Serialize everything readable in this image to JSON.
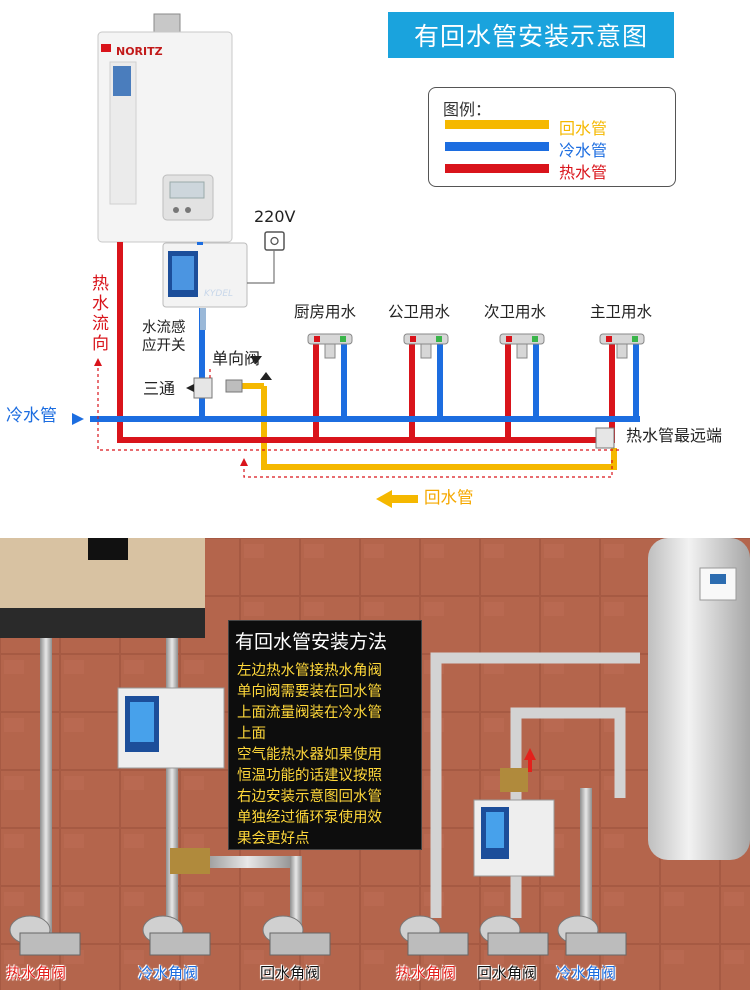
{
  "diagram": {
    "title": "有回水管安装示意图",
    "heater_brand": "NORITZ",
    "legend": {
      "title": "图例：",
      "items": [
        {
          "label": "回水管",
          "color": "#f5b800"
        },
        {
          "label": "冷水管",
          "color": "#1c6de0"
        },
        {
          "label": "热水管",
          "color": "#d9141b"
        }
      ]
    },
    "labels": {
      "voltage": "220V",
      "hot_flow_direction": [
        "热",
        "水",
        "流",
        "向"
      ],
      "flow_switch": [
        "水流感",
        "应开关"
      ],
      "check_valve": "单向阀",
      "tee": "三通",
      "cold_pipe": "冷水管",
      "kitchen": "厨房用水",
      "public_bath": "公卫用水",
      "second_bath": "次卫用水",
      "master_bath": "主卫用水",
      "farthest_end": "热水管最远端",
      "return_pipe": "回水管"
    },
    "pump_brand": "KYDEL"
  },
  "photo": {
    "note": {
      "title": "有回水管安装方法",
      "lines": [
        "左边热水管接热水角阀",
        "单向阀需要装在回水管",
        "上面流量阀装在冷水管",
        "上面",
        "空气能热水器如果使用",
        "恒温功能的话建议按照",
        "右边安装示意图回水管",
        "单独经过循环泵使用效",
        "果会更好点"
      ]
    },
    "bottom_labels": [
      {
        "text": "热水角阀",
        "kind": "hot"
      },
      {
        "text": "冷水角阀",
        "kind": "cold"
      },
      {
        "text": "回水角阀",
        "kind": "ret"
      },
      {
        "text": "热水角阀",
        "kind": "hot"
      },
      {
        "text": "回水角阀",
        "kind": "ret"
      },
      {
        "text": "冷水角阀",
        "kind": "cold"
      }
    ]
  }
}
